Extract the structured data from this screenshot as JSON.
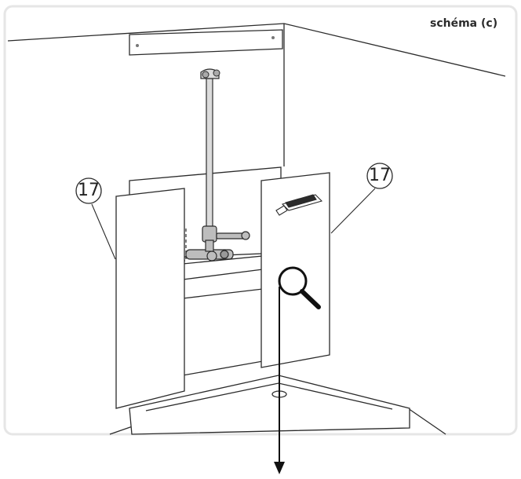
{
  "diagram": {
    "title": "schéma (c)",
    "panel_number_left": "17",
    "panel_number_right": "17"
  },
  "icons": {
    "magnifier": "magnifier-icon",
    "arrow": "down-arrow-icon",
    "cutter": "utility-knife-icon"
  },
  "colors": {
    "line": "#2b2b2b",
    "panel_fill": "#ffffff",
    "background_fade": "#eeeeee"
  }
}
